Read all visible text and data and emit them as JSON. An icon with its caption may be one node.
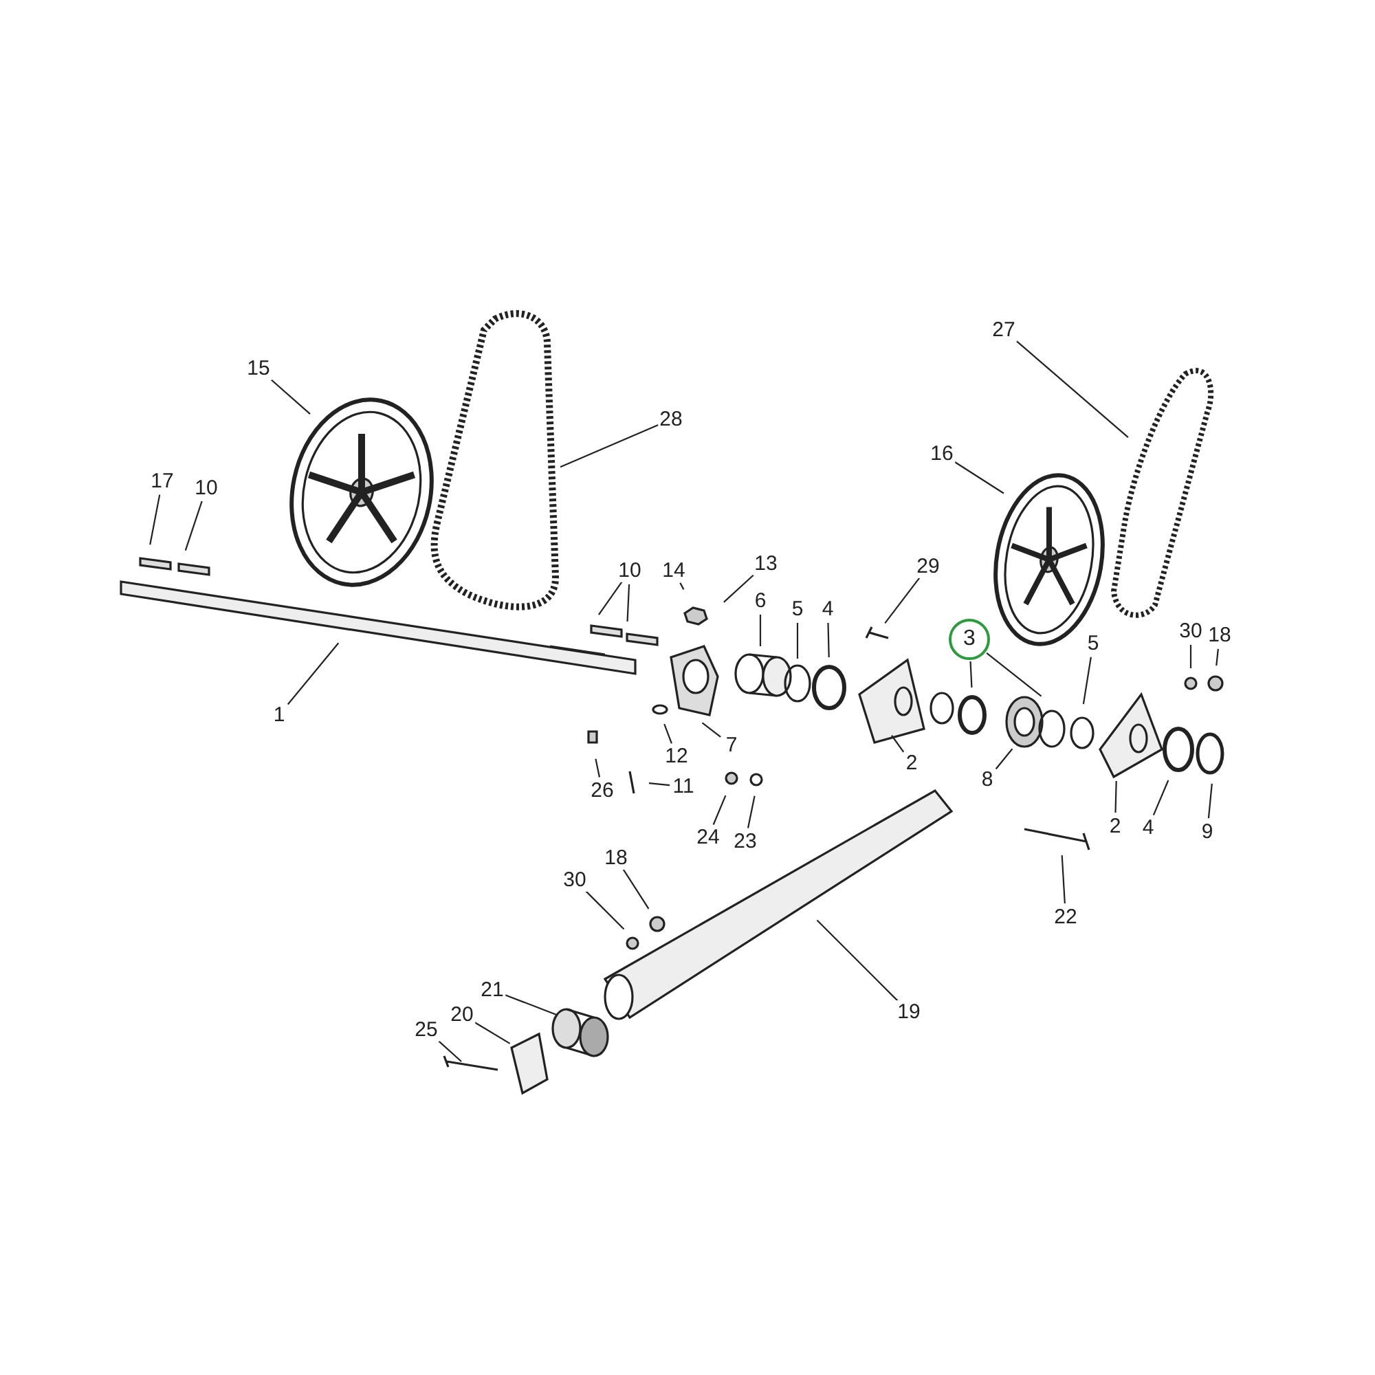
{
  "diagram": {
    "nodes": [
      {
        "text": [
          "27"
        ]
      },
      {
        "text": [
          "15"
        ]
      },
      {
        "text": [
          "28"
        ]
      },
      {
        "text": [
          "16"
        ]
      },
      {
        "text": [
          "17"
        ]
      },
      {
        "text": [
          "10"
        ]
      },
      {
        "text": [
          "29"
        ]
      },
      {
        "text": [
          "13"
        ]
      },
      {
        "text": [
          "10"
        ]
      },
      {
        "text": [
          "14"
        ]
      },
      {
        "text": [
          "6"
        ]
      },
      {
        "text": [
          "5"
        ]
      },
      {
        "text": [
          "4"
        ]
      },
      {
        "text": [
          "3"
        ]
      },
      {
        "text": [
          "30"
        ]
      },
      {
        "text": [
          "18"
        ]
      },
      {
        "text": [
          "5"
        ]
      },
      {
        "text": [
          "7"
        ]
      },
      {
        "text": [
          "1"
        ]
      },
      {
        "text": [
          "12"
        ]
      },
      {
        "text": [
          "2"
        ]
      },
      {
        "text": [
          "11"
        ]
      },
      {
        "text": [
          "8"
        ]
      },
      {
        "text": [
          "26"
        ]
      },
      {
        "text": [
          "2"
        ]
      },
      {
        "text": [
          "4"
        ]
      },
      {
        "text": [
          "9"
        ]
      },
      {
        "text": [
          "24"
        ]
      },
      {
        "text": [
          "23"
        ]
      },
      {
        "text": [
          "22"
        ]
      },
      {
        "text": [
          "18"
        ]
      },
      {
        "text": [
          "30"
        ]
      },
      {
        "text": [
          "19"
        ]
      },
      {
        "text": [
          "21"
        ]
      },
      {
        "text": [
          "20"
        ]
      },
      {
        "text": [
          "25"
        ]
      }
    ],
    "edges": [
      {
        "from": 0,
        "to": null,
        "arrow": "none"
      },
      {
        "from": 1,
        "to": null,
        "arrow": "none"
      },
      {
        "from": 2,
        "to": null,
        "arrow": "none"
      },
      {
        "from": 3,
        "to": null,
        "arrow": "none"
      },
      {
        "from": 4,
        "to": null,
        "arrow": "none"
      },
      {
        "from": 5,
        "to": null,
        "arrow": "none"
      },
      {
        "from": 6,
        "to": null,
        "arrow": "none"
      },
      {
        "from": 7,
        "to": null,
        "arrow": "none"
      },
      {
        "from": 8,
        "to": null,
        "arrow": "none"
      },
      {
        "from": 8,
        "to": null,
        "arrow": "none"
      },
      {
        "from": 9,
        "to": null,
        "arrow": "none"
      },
      {
        "from": 10,
        "to": null,
        "arrow": "none"
      },
      {
        "from": 11,
        "to": null,
        "arrow": "none"
      },
      {
        "from": 12,
        "to": null,
        "arrow": "none"
      },
      {
        "from": 13,
        "to": null,
        "arrow": "none"
      },
      {
        "from": 13,
        "to": null,
        "arrow": "none"
      },
      {
        "from": 14,
        "to": null,
        "arrow": "none"
      },
      {
        "from": 15,
        "to": null,
        "arrow": "none"
      },
      {
        "from": 16,
        "to": null,
        "arrow": "none"
      },
      {
        "from": 17,
        "to": null,
        "arrow": "none"
      },
      {
        "from": 18,
        "to": null,
        "arrow": "none"
      },
      {
        "from": 19,
        "to": null,
        "arrow": "none"
      },
      {
        "from": 20,
        "to": null,
        "arrow": "none"
      },
      {
        "from": 21,
        "to": null,
        "arrow": "none"
      },
      {
        "from": 22,
        "to": null,
        "arrow": "none"
      },
      {
        "from": 23,
        "to": null,
        "arrow": "none"
      },
      {
        "from": 24,
        "to": null,
        "arrow": "none"
      },
      {
        "from": 25,
        "to": null,
        "arrow": "none"
      },
      {
        "from": 26,
        "to": null,
        "arrow": "none"
      },
      {
        "from": 27,
        "to": null,
        "arrow": "none"
      },
      {
        "from": 28,
        "to": null,
        "arrow": "none"
      },
      {
        "from": 29,
        "to": null,
        "arrow": "none"
      },
      {
        "from": 30,
        "to": null,
        "arrow": "none"
      },
      {
        "from": 31,
        "to": null,
        "arrow": "none"
      },
      {
        "from": 32,
        "to": null,
        "arrow": "none"
      },
      {
        "from": 33,
        "to": null,
        "arrow": "none"
      },
      {
        "from": 34,
        "to": null,
        "arrow": "none"
      },
      {
        "from": 35,
        "to": null,
        "arrow": "none"
      }
    ]
  }
}
